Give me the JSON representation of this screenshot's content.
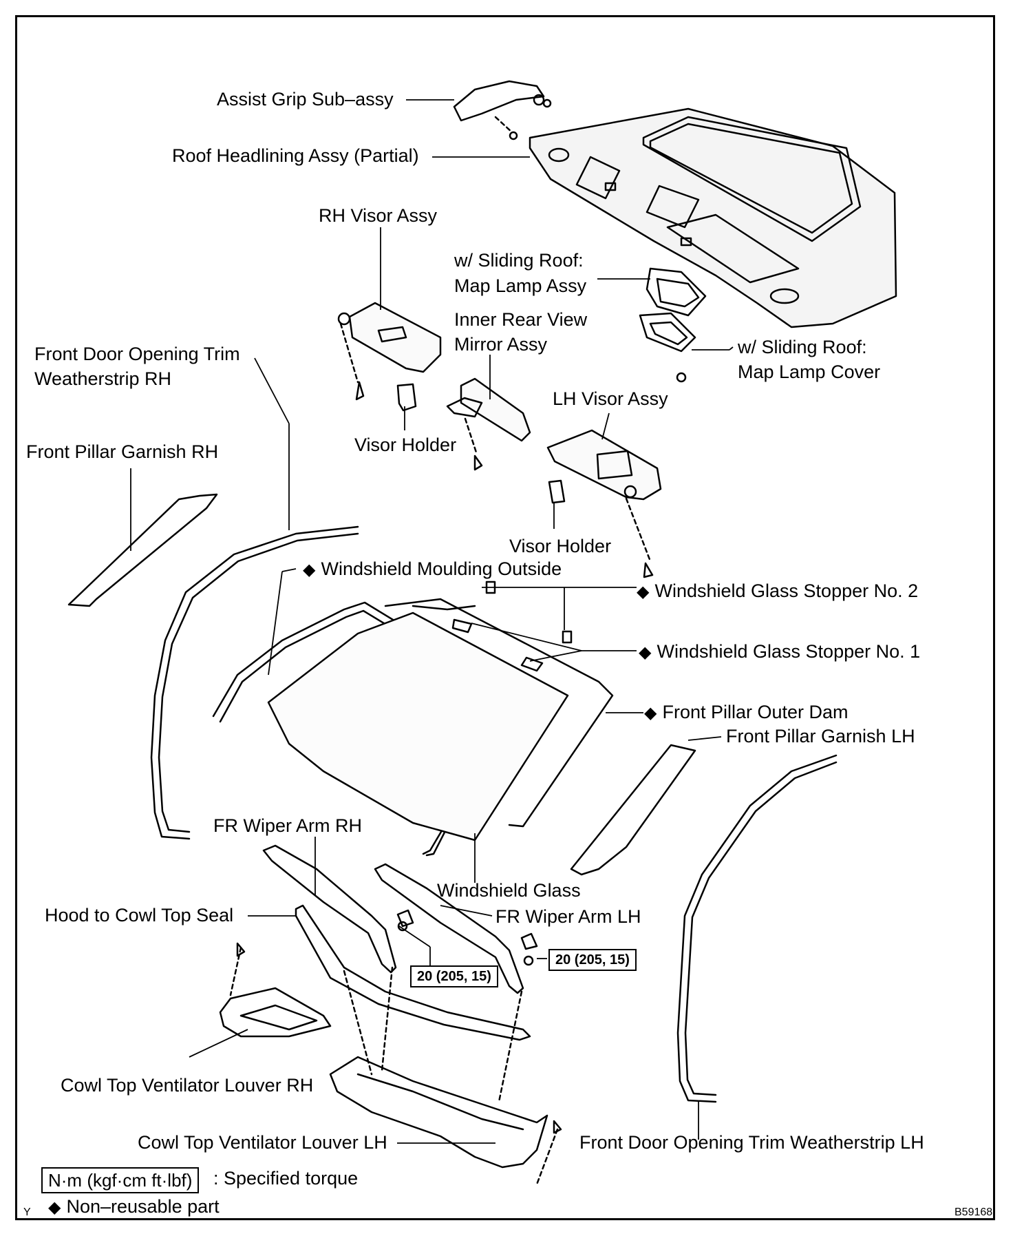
{
  "labels": {
    "assist_grip": "Assist Grip Sub–assy",
    "roof_headlining": "Roof Headlining Assy (Partial)",
    "rh_visor": "RH Visor Assy",
    "sliding_roof_lamp_1": "w/ Sliding Roof:",
    "sliding_roof_lamp_2": "Map Lamp Assy",
    "inner_mirror_1": "Inner Rear View",
    "inner_mirror_2": "Mirror Assy",
    "sliding_roof_cover_1": "w/ Sliding Roof:",
    "sliding_roof_cover_2": "Map Lamp Cover",
    "front_door_trim_rh_1": "Front Door Opening Trim",
    "front_door_trim_rh_2": "Weatherstrip RH",
    "visor_holder_rh": "Visor Holder",
    "lh_visor": "LH Visor Assy",
    "front_pillar_garnish_rh": "Front Pillar Garnish RH",
    "visor_holder_lh": "Visor Holder",
    "windshield_moulding": "Windshield Moulding Outside",
    "glass_stopper_2": "Windshield Glass Stopper No. 2",
    "glass_stopper_1": "Windshield Glass Stopper No. 1",
    "front_pillar_outer_dam": "Front Pillar Outer Dam",
    "front_pillar_garnish_lh": "Front Pillar Garnish LH",
    "fr_wiper_arm_rh": "FR Wiper Arm RH",
    "windshield_glass": "Windshield Glass",
    "hood_cowl_seal": "Hood to Cowl Top Seal",
    "fr_wiper_arm_lh": "FR Wiper Arm LH",
    "cowl_louver_rh": "Cowl Top Ventilator Louver RH",
    "cowl_louver_lh": "Cowl Top Ventilator Louver LH",
    "front_door_trim_lh": "Front Door Opening Trim Weatherstrip LH"
  },
  "symbols": {
    "non_reusable": "◆"
  },
  "torque": {
    "rh": "20 (205, 15)",
    "lh": "20 (205, 15)"
  },
  "legend": {
    "torque_unit": "N·m (kgf·cm ft·lbf)",
    "torque_text": ": Specified torque",
    "non_reusable_text": "Non–reusable part"
  },
  "corner": {
    "left": "Y",
    "right": "B59168"
  }
}
